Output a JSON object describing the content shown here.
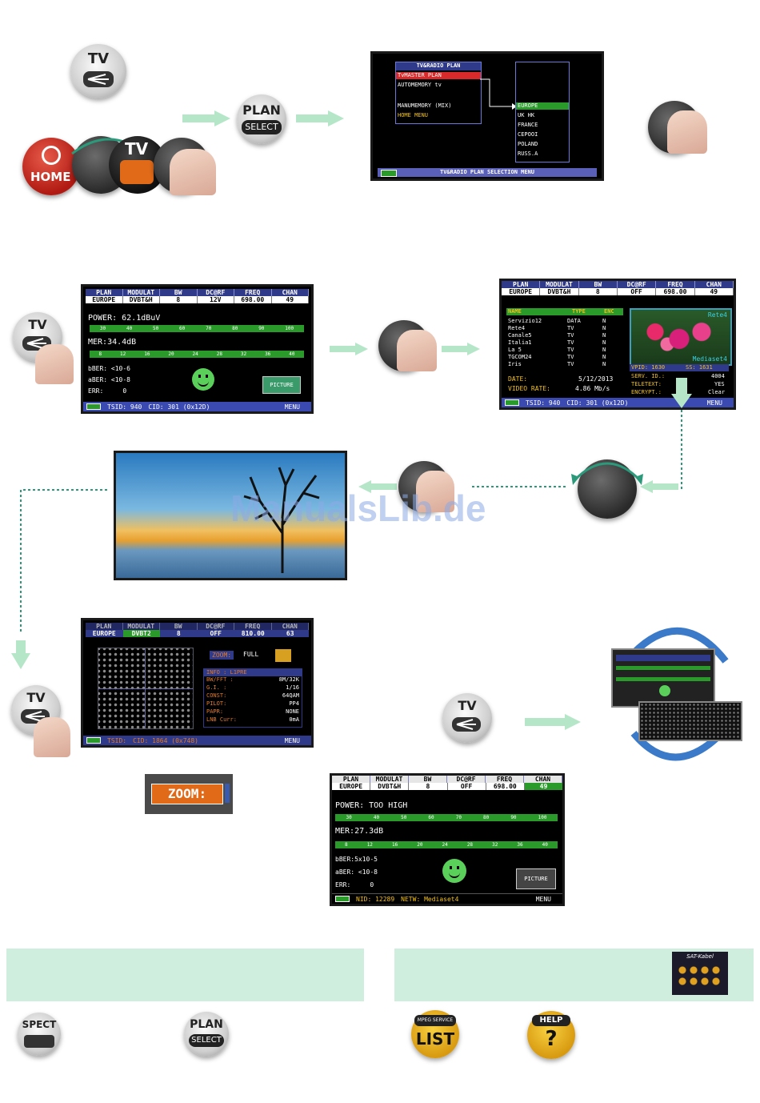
{
  "watermark": "ManualsLib.de",
  "buttons": {
    "tv": "TV",
    "home": "HOME",
    "plan_top": "PLAN",
    "plan_bottom": "SELECT",
    "spect": "SPECT",
    "mpeg_top": "MPEG SERVICE",
    "mpeg_bottom": "LIST",
    "help_top": "HELP",
    "help_bottom": "?",
    "zoom": "ZOOM:"
  },
  "plan_menu": {
    "title": "TV&RADIO PLAN",
    "items": [
      "TvMASTER PLAN",
      "AUTOMEMORY tv",
      "MANUMEMORY (MIX)",
      "HOME MENU"
    ],
    "regions": [
      "EUROPE",
      "UK HK",
      "FRANCE",
      "CEPOOI",
      "POLAND",
      "RUSS.A"
    ],
    "status": "TV&RADIO PLAN SELECTION MENU"
  },
  "header_cols": [
    "PLAN",
    "MODULAT",
    "BW",
    "DC@RF",
    "FREQ",
    "CHAN"
  ],
  "screen1": {
    "values": [
      "EUROPE",
      "DVBT&H",
      "8",
      "12V",
      "698.00",
      "49"
    ],
    "power": "POWER: 62.1dBuV",
    "power_scale": [
      "30",
      "40",
      "50",
      "60",
      "70",
      "80",
      "90",
      "100"
    ],
    "mer": "MER:34.4dB",
    "mer_scale": [
      "8",
      "12",
      "16",
      "20",
      "24",
      "28",
      "32",
      "36",
      "40"
    ],
    "bber": "bBER: <10-6",
    "aber": "aBER: <10-8",
    "err": "ERR:     0",
    "picture": "PICTURE",
    "status_tsid": "TSID: 940",
    "status_cid": "CID:  301 (0x12D)",
    "status_menu": "MENU"
  },
  "screen2": {
    "values": [
      "EUROPE",
      "DVBT&H",
      "8",
      "OFF",
      "698.00",
      "49"
    ],
    "list_header": [
      "NAME",
      "TYPE",
      "ENC"
    ],
    "services": [
      [
        "Servizio12",
        "DATA",
        "N"
      ],
      [
        "Rete4",
        "TV",
        "N"
      ],
      [
        "Canale5",
        "TV",
        "N"
      ],
      [
        "Italia1",
        "TV",
        "N"
      ],
      [
        "La 5",
        "TV",
        "N"
      ],
      [
        "TGCOM24",
        "TV",
        "N"
      ],
      [
        "Iris",
        "TV",
        "N"
      ]
    ],
    "preview_top": "Rete4",
    "preview_bottom": "Mediaset4",
    "date_label": "DATE:",
    "date_value": "5/12/2013",
    "video_label": "VIDEO RATE:",
    "video_value": "4.86 Mb/s",
    "vpid": "VPID:   1630",
    "ss": "SS:   1631",
    "serv_id": "SERV. ID.:",
    "serv_id_val": "4004",
    "teletext": "TELETEXT:",
    "teletext_val": "YES",
    "encrypt": "ENCRYPT.:",
    "encrypt_val": "Clear",
    "status_tsid": "TSID: 940",
    "status_cid": "CID:  301 (0x12D)",
    "status_menu": "MENU"
  },
  "screen3": {
    "values": [
      "EUROPE",
      "DVBT2",
      "8",
      "OFF",
      "810.00",
      "63"
    ],
    "zoom_label": "ZOOM:",
    "zoom_value": "FULL",
    "info_title": "INFO   : L1PRE",
    "info_rows": [
      [
        "BW/FFT :",
        "8M/32K"
      ],
      [
        "G.I. :",
        "1/16"
      ],
      [
        "CONST:",
        "64QAM"
      ],
      [
        "PILOT:",
        "PP4"
      ],
      [
        "PAPR:",
        "NONE"
      ],
      [
        "LNB Curr:",
        "0mA"
      ]
    ],
    "status_tsid": "TSID:",
    "status_cid": "CID:  1864 (0x748)",
    "status_menu": "MENU"
  },
  "screen4": {
    "values": [
      "EUROPE",
      "DVBT&H",
      "8",
      "OFF",
      "698.00",
      "49"
    ],
    "power": "POWER: TOO HIGH",
    "power_scale": [
      "30",
      "40",
      "50",
      "60",
      "70",
      "80",
      "90",
      "100"
    ],
    "mer": "MER:27.3dB",
    "mer_scale": [
      "8",
      "12",
      "16",
      "20",
      "24",
      "28",
      "32",
      "36",
      "40"
    ],
    "bber": "bBER:5x10-5",
    "aber": "aBER: <10-8",
    "err": "ERR:     0",
    "picture": "PICTURE",
    "status_nid": "NID:  12289",
    "status_netw": "NETW: Mediaset4",
    "status_menu": "MENU"
  },
  "satkabel": "SAT-Kabel",
  "colors": {
    "accent_green": "#2a9a2a",
    "arrow_green": "#b5e6c8",
    "panel_green": "#cfeedd",
    "screen_blue": "#303a8a"
  }
}
